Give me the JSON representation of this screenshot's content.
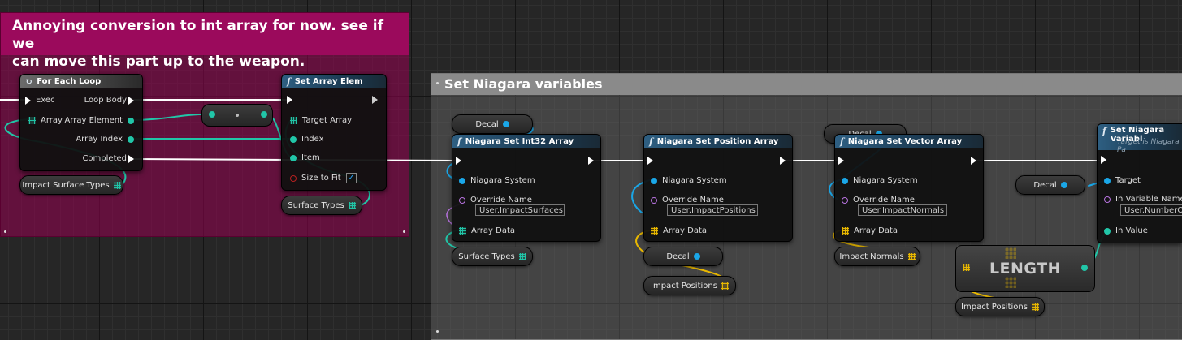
{
  "comments": {
    "left": {
      "title_line1": "Annoying conversion to int array for now. see if we",
      "title_line2": "can move this part up to the weapon."
    },
    "right": {
      "title": "Set Niagara variables"
    }
  },
  "for_each_loop": {
    "title": "For Each Loop",
    "icon": "loop-icon",
    "pins_in": [
      "Exec",
      "Array"
    ],
    "pins_out": [
      "Loop Body",
      "Array Element",
      "Array Index",
      "Completed"
    ]
  },
  "set_array_elem": {
    "title": "Set Array Elem",
    "icon": "function-icon",
    "pins": [
      "Target Array",
      "Index",
      "Item",
      "Size to Fit"
    ],
    "size_to_fit_checked": true
  },
  "niagara_int32": {
    "title": "Niagara Set Int32 Array",
    "niagara_system": "Niagara System",
    "override_name_label": "Override Name",
    "override_name_value": "User.ImpactSurfaces",
    "array_data": "Array Data"
  },
  "niagara_position": {
    "title": "Niagara Set Position Array",
    "niagara_system": "Niagara System",
    "override_name_label": "Override Name",
    "override_name_value": "User.ImpactPositions",
    "array_data": "Array Data"
  },
  "niagara_vector": {
    "title": "Niagara Set Vector Array",
    "niagara_system": "Niagara System",
    "override_name_label": "Override Name",
    "override_name_value": "User.ImpactNormals",
    "array_data": "Array Data"
  },
  "niagara_variable": {
    "title": "Set Niagara Variabl",
    "subtitle": "Target is Niagara Pa",
    "target": "Target",
    "in_variable_name_label": "In Variable Name",
    "in_variable_name_value": "User.NumberOf",
    "in_value": "In Value"
  },
  "variables": {
    "impact_surface_types": "Impact Surface Types",
    "surface_types_1": "Surface Types",
    "surface_types_2": "Surface Types",
    "decal_1": "Decal",
    "decal_2": "Decal",
    "decal_3": "Decal",
    "decal_4": "Decal",
    "impact_positions_1": "Impact Positions",
    "impact_positions_2": "Impact Positions",
    "impact_normals": "Impact Normals"
  },
  "length_node": {
    "label": "LENGTH"
  },
  "colors": {
    "exec": "#ffffff",
    "int_pin": "#21c6a8",
    "object_pin": "#1aa7e8",
    "name_pin": "#b873e0",
    "vector_pin": "#e9b800",
    "comment_pink": "#9b0a5c",
    "comment_gray": "#8a8a8a"
  }
}
